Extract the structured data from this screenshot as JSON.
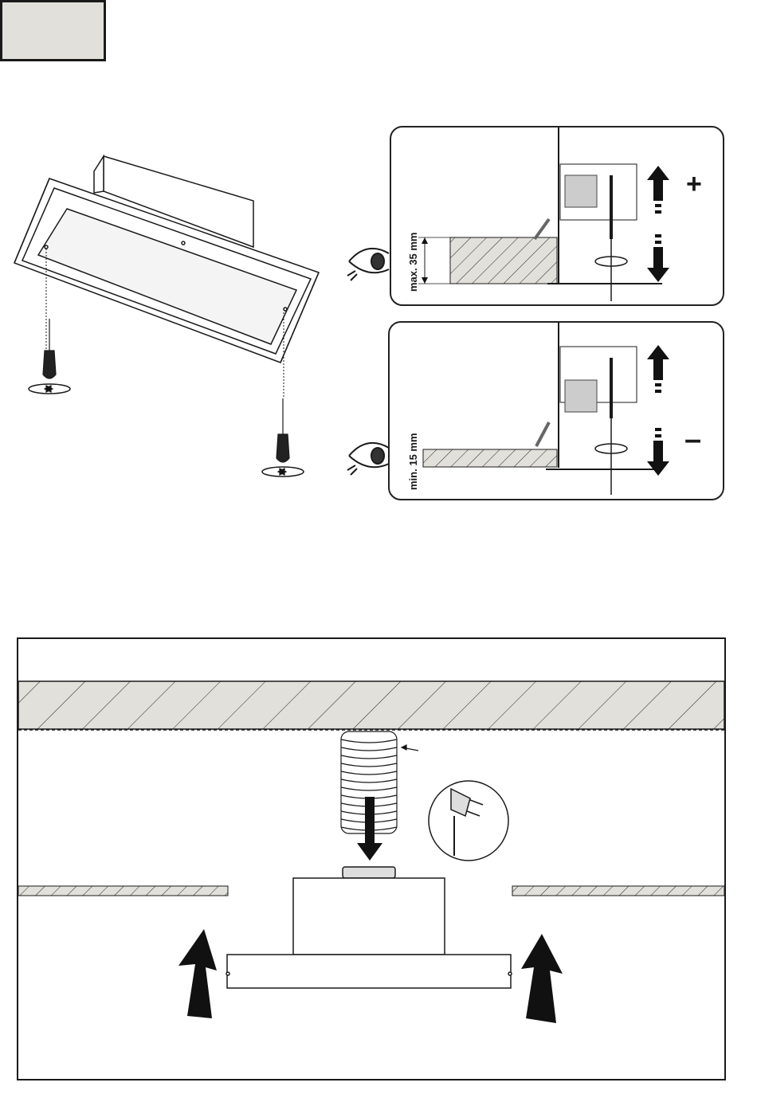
{
  "step_box": {
    "fill": "#e2e0da"
  },
  "panel_top": {
    "dimension_label": "max. 35 mm",
    "sign": "+"
  },
  "panel_bottom": {
    "dimension_label": "min. 15 mm",
    "sign": "–"
  },
  "icons": [
    "hood-perspective-illustration",
    "screwdriver-icon",
    "eye-icon",
    "rotate-icon",
    "arrow-up-icon",
    "arrow-down-icon",
    "plug-icon",
    "duct-hose-icon"
  ],
  "colors": {
    "line": "#1a1a1a",
    "hatch_fill": "#e2e0da",
    "arrow_fill": "#111111"
  }
}
